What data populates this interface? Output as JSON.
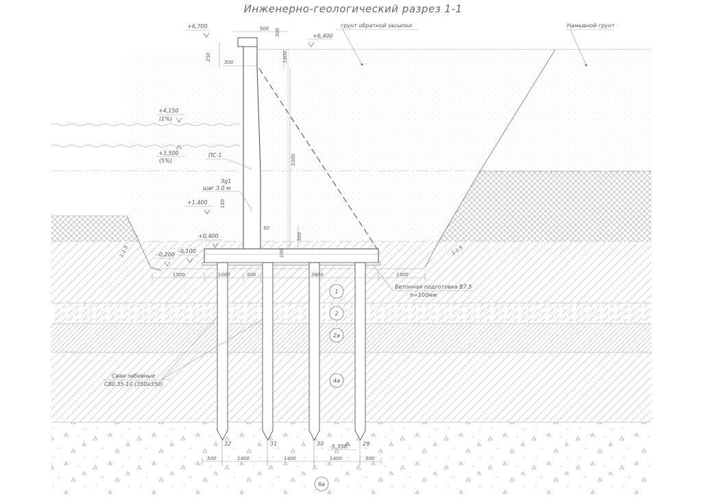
{
  "title": "Инженерно-геологический разрез 1-1",
  "elevations": {
    "top_wall": "+6,700",
    "top_backfill": "+6,400",
    "water_1pct": "+4,150",
    "water_1pct_note": "(1%)",
    "water_5pct": "+3,500",
    "water_5pct_note": "(5%)",
    "left_berm": "+1,400",
    "base_slab_top": "+0,400",
    "ground_left": "-0,200",
    "slab_bottom": "-0,100",
    "pile_tips": "-5,350"
  },
  "labels": {
    "backfill_soil": "грунт обратной засыпки",
    "alluvial_soil": "Намывной грунт",
    "wall_mark": "ПС-1",
    "drain_mark": "3g1",
    "drain_step": "шаг 3.0 м",
    "concrete_prep": "Бетонная подготовка В7.5",
    "concrete_prep_h": "h=100мм",
    "piles_1": "Сваи забивные",
    "piles_2": "С80.35-10 (350х350)"
  },
  "dimensions": {
    "d500_top": "500",
    "d300_top": "300",
    "d250": "250",
    "d1000_top": "1000",
    "d300_left": "300",
    "d5300": "5300",
    "d150": "150",
    "d50": "50",
    "d500_v": "500",
    "d100": "100",
    "d1500_l": "1500",
    "d1000_b": "1000",
    "d500_b": "500",
    "d3800": "3800",
    "d1500_r": "1500",
    "dim_bottom": [
      "500",
      "1400",
      "1400",
      "1400",
      "500"
    ]
  },
  "slopes": {
    "left": "1:1.5",
    "right": "1:1.5"
  },
  "layers": [
    "1",
    "2",
    "2а",
    "4а",
    "6а"
  ],
  "piles": [
    "32",
    "31",
    "30",
    "29"
  ]
}
